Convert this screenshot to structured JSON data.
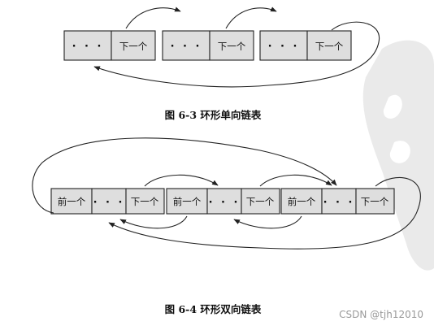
{
  "figure1": {
    "caption": "图 6-3 环形单向链表",
    "nodes": [
      {
        "dots": "· · ·",
        "next": "下一个"
      },
      {
        "dots": "· · ·",
        "next": "下一个"
      },
      {
        "dots": "· · ·",
        "next": "下一个"
      }
    ]
  },
  "figure2": {
    "caption": "图 6-4 环形双向链表",
    "nodes": [
      {
        "prev": "前一个",
        "dots": "· · ·",
        "next": "下一个"
      },
      {
        "prev": "前一个",
        "dots": "· · ·",
        "next": "下一个"
      },
      {
        "prev": "前一个",
        "dots": "· · ·",
        "next": "下一个"
      }
    ]
  },
  "watermark": "CSDN @tjh12010",
  "colors": {
    "cell_fill": "#dedede",
    "stroke": "#222222",
    "seal": "#d9d9d9"
  }
}
